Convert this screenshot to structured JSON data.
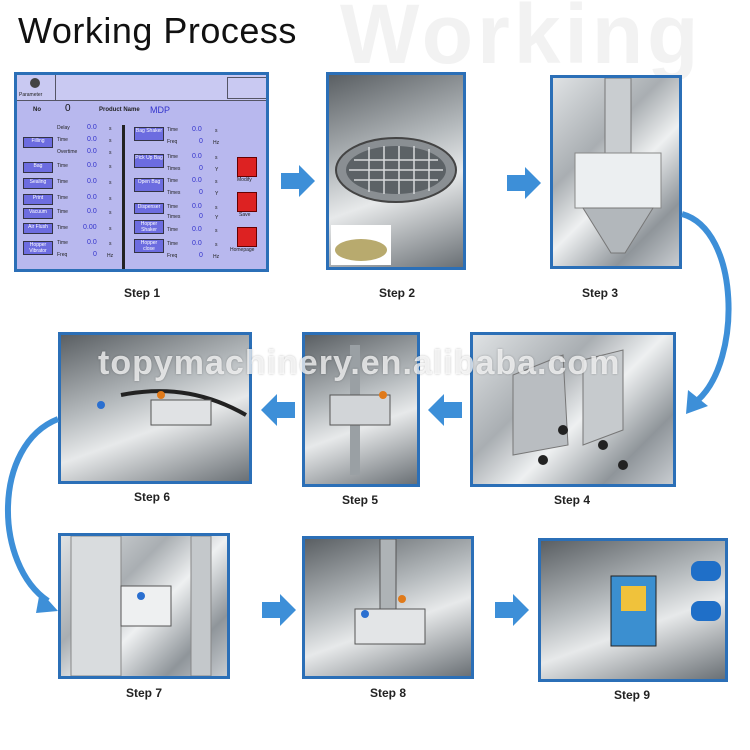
{
  "title": "Working Process",
  "ghost_text": "Working",
  "watermark": "topymachinery.en.alibaba.com",
  "colors": {
    "frame": "#2b6fb7",
    "arrow": "#3d8fd8",
    "hmi_bg": "#b8b8ee"
  },
  "steps": [
    {
      "label": "Step 1"
    },
    {
      "label": "Step 2"
    },
    {
      "label": "Step 3"
    },
    {
      "label": "Step 4"
    },
    {
      "label": "Step 5"
    },
    {
      "label": "Step 6"
    },
    {
      "label": "Step 7"
    },
    {
      "label": "Step 8"
    },
    {
      "label": "Step 9"
    }
  ],
  "hmi": {
    "parameter": "Parameter",
    "no_label": "No",
    "no_value": "0",
    "product_name_label": "Product Name",
    "product_name": "MDP",
    "buttons": [
      "Filling",
      "Bag",
      "Sealing",
      "Print",
      "Vacuum",
      "Air Flush",
      "Hopper Vibrator"
    ],
    "right_buttons": [
      "Bag Shaker",
      "Pick Up Bag",
      "Open Bag",
      "Dispenser",
      "Hopper Shaker",
      "Hopper close"
    ],
    "delay": "Delay",
    "time": "Time",
    "overtime": "Overtime",
    "freq": "Freq",
    "times": "Times",
    "value": "0.0",
    "value_b": "0.00",
    "zero": "0",
    "unit_s": "s",
    "unit_y": "Y",
    "unit_hz": "Hz",
    "modify": "Modify",
    "save": "Save",
    "homepage": "Homepage"
  },
  "icons": [
    "gear-icon",
    "modify-icon",
    "save-icon",
    "home-icon",
    "arrow-icon"
  ]
}
